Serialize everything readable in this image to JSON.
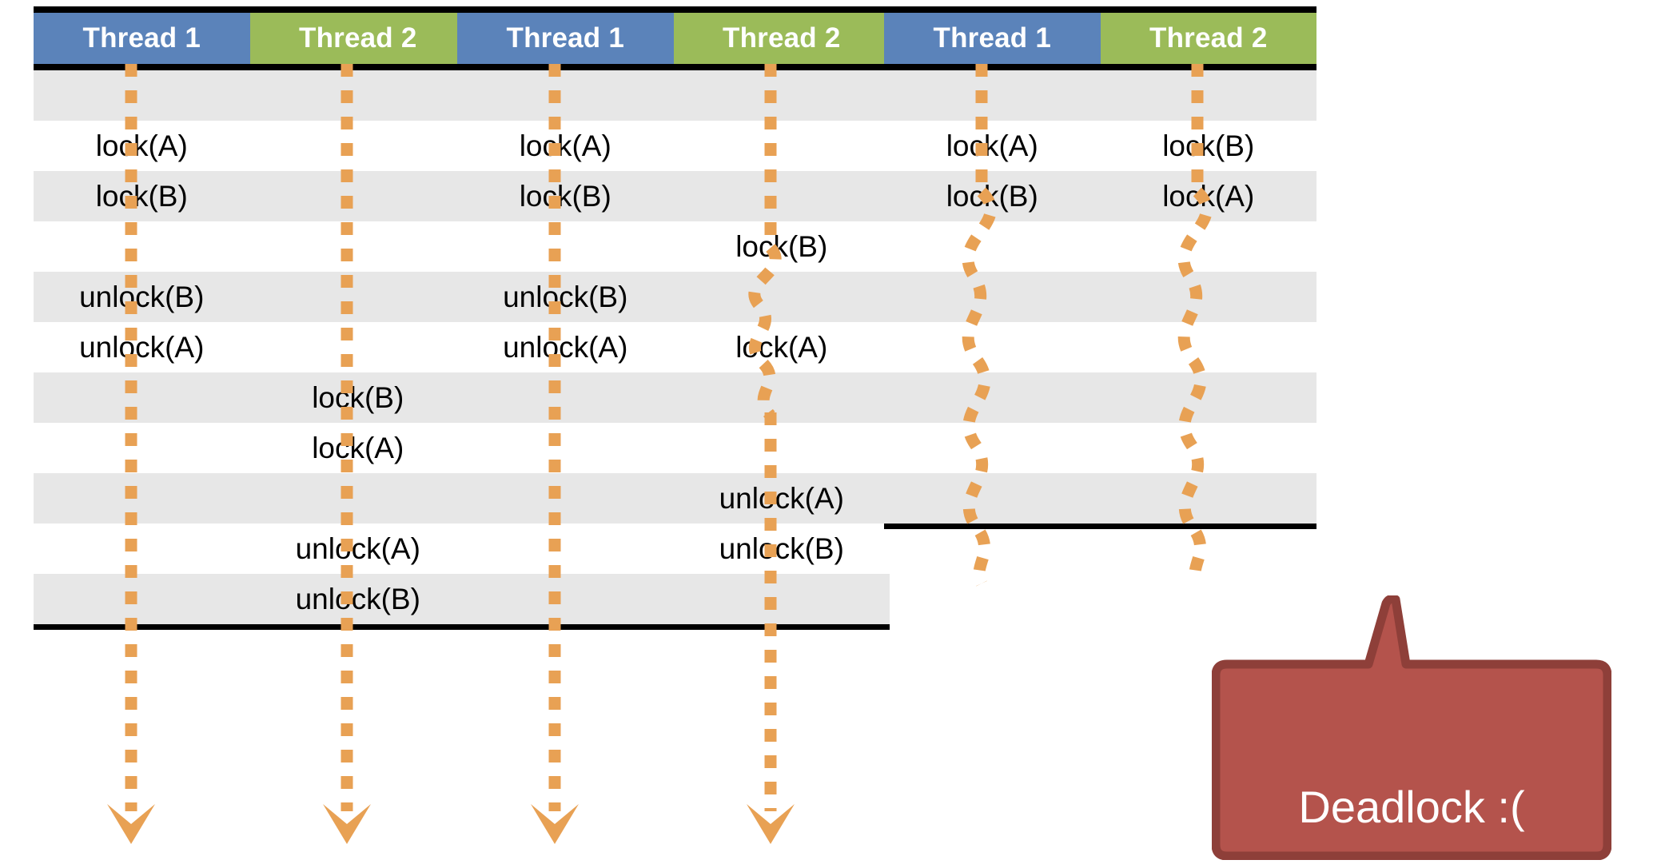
{
  "diagram": {
    "title": "Thread lock ordering / deadlock illustration",
    "colors": {
      "thread1_header": "#5b83ba",
      "thread2_header": "#9bbb59",
      "row_shade": "#e7e7e7",
      "rule": "#000000",
      "lifeline": "#e8a154",
      "callout_fill": "#b4534c",
      "callout_stroke": "#8e3f39",
      "callout_text": "#ffffff"
    },
    "columns": [
      "Thread 1",
      "Thread 2"
    ],
    "panels": [
      {
        "name": "panel-sequential",
        "header": {
          "thread1": "Thread 1",
          "thread2": "Thread 2"
        },
        "rows": [
          {
            "shade": true,
            "thread1": "",
            "thread2": ""
          },
          {
            "shade": false,
            "thread1": "lock(A)",
            "thread2": ""
          },
          {
            "shade": true,
            "thread1": "lock(B)",
            "thread2": ""
          },
          {
            "shade": false,
            "thread1": "",
            "thread2": ""
          },
          {
            "shade": true,
            "thread1": "unlock(B)",
            "thread2": ""
          },
          {
            "shade": false,
            "thread1": "unlock(A)",
            "thread2": ""
          },
          {
            "shade": true,
            "thread1": "",
            "thread2": "lock(B)"
          },
          {
            "shade": false,
            "thread1": "",
            "thread2": "lock(A)"
          },
          {
            "shade": true,
            "thread1": "",
            "thread2": ""
          },
          {
            "shade": false,
            "thread1": "",
            "thread2": "unlock(A)"
          },
          {
            "shade": true,
            "thread1": "",
            "thread2": "unlock(B)"
          }
        ],
        "thread1_lifeline": "straight-dotted-arrow",
        "thread2_lifeline": "straight-dotted-arrow"
      },
      {
        "name": "panel-interleaved-blocking",
        "header": {
          "thread1": "Thread 1",
          "thread2": "Thread 2"
        },
        "rows": [
          {
            "shade": true,
            "thread1": "",
            "thread2": ""
          },
          {
            "shade": false,
            "thread1": "lock(A)",
            "thread2": ""
          },
          {
            "shade": true,
            "thread1": "lock(B)",
            "thread2": ""
          },
          {
            "shade": false,
            "thread1": "",
            "thread2": "lock(B)"
          },
          {
            "shade": true,
            "thread1": "unlock(B)",
            "thread2": ""
          },
          {
            "shade": false,
            "thread1": "unlock(A)",
            "thread2": "lock(A)"
          },
          {
            "shade": true,
            "thread1": "",
            "thread2": ""
          },
          {
            "shade": false,
            "thread1": "",
            "thread2": ""
          },
          {
            "shade": true,
            "thread1": "",
            "thread2": "unlock(A)"
          },
          {
            "shade": false,
            "thread1": "",
            "thread2": "unlock(B)"
          },
          {
            "shade": true,
            "thread1": "",
            "thread2": ""
          }
        ],
        "thread1_lifeline": "straight-dotted-arrow",
        "thread2_lifeline": "wavy-then-straight-dotted-arrow"
      },
      {
        "name": "panel-deadlock",
        "header": {
          "thread1": "Thread 1",
          "thread2": "Thread 2"
        },
        "rows": [
          {
            "shade": true,
            "thread1": "",
            "thread2": ""
          },
          {
            "shade": false,
            "thread1": "lock(A)",
            "thread2": "lock(B)"
          },
          {
            "shade": true,
            "thread1": "lock(B)",
            "thread2": "lock(A)"
          },
          {
            "shade": false,
            "thread1": "",
            "thread2": ""
          },
          {
            "shade": true,
            "thread1": "",
            "thread2": ""
          },
          {
            "shade": false,
            "thread1": "",
            "thread2": ""
          },
          {
            "shade": true,
            "thread1": "",
            "thread2": ""
          },
          {
            "shade": false,
            "thread1": "",
            "thread2": ""
          },
          {
            "shade": true,
            "thread1": "",
            "thread2": ""
          }
        ],
        "thread1_lifeline": "wavy-dotted-no-arrow",
        "thread2_lifeline": "wavy-dotted-no-arrow",
        "callout": {
          "label": "Deadlock :("
        }
      }
    ]
  }
}
